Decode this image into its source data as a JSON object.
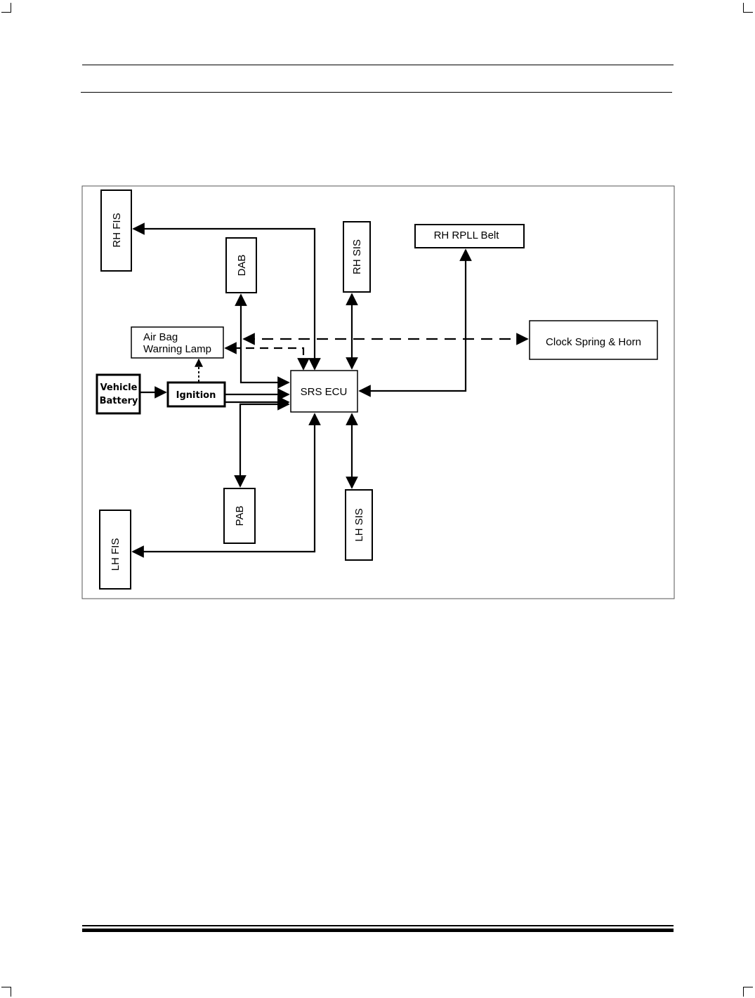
{
  "diagram": {
    "nodes": {
      "rh_fis": "RH FIS",
      "dab": "DAB",
      "rh_sis": "RH SIS",
      "rh_rpll_belt": "RH RPLL Belt",
      "air_bag_lamp_line1": "Air Bag",
      "air_bag_lamp_line2": "Warning Lamp",
      "clock_spring_horn": "Clock Spring & Horn",
      "vehicle_battery_line1": "Vehicle",
      "vehicle_battery_line2": "Battery",
      "ignition": "Ignition",
      "srs_ecu": "SRS ECU",
      "pab": "PAB",
      "lh_sis": "LH SIS",
      "lh_fis": "LH FIS"
    }
  }
}
